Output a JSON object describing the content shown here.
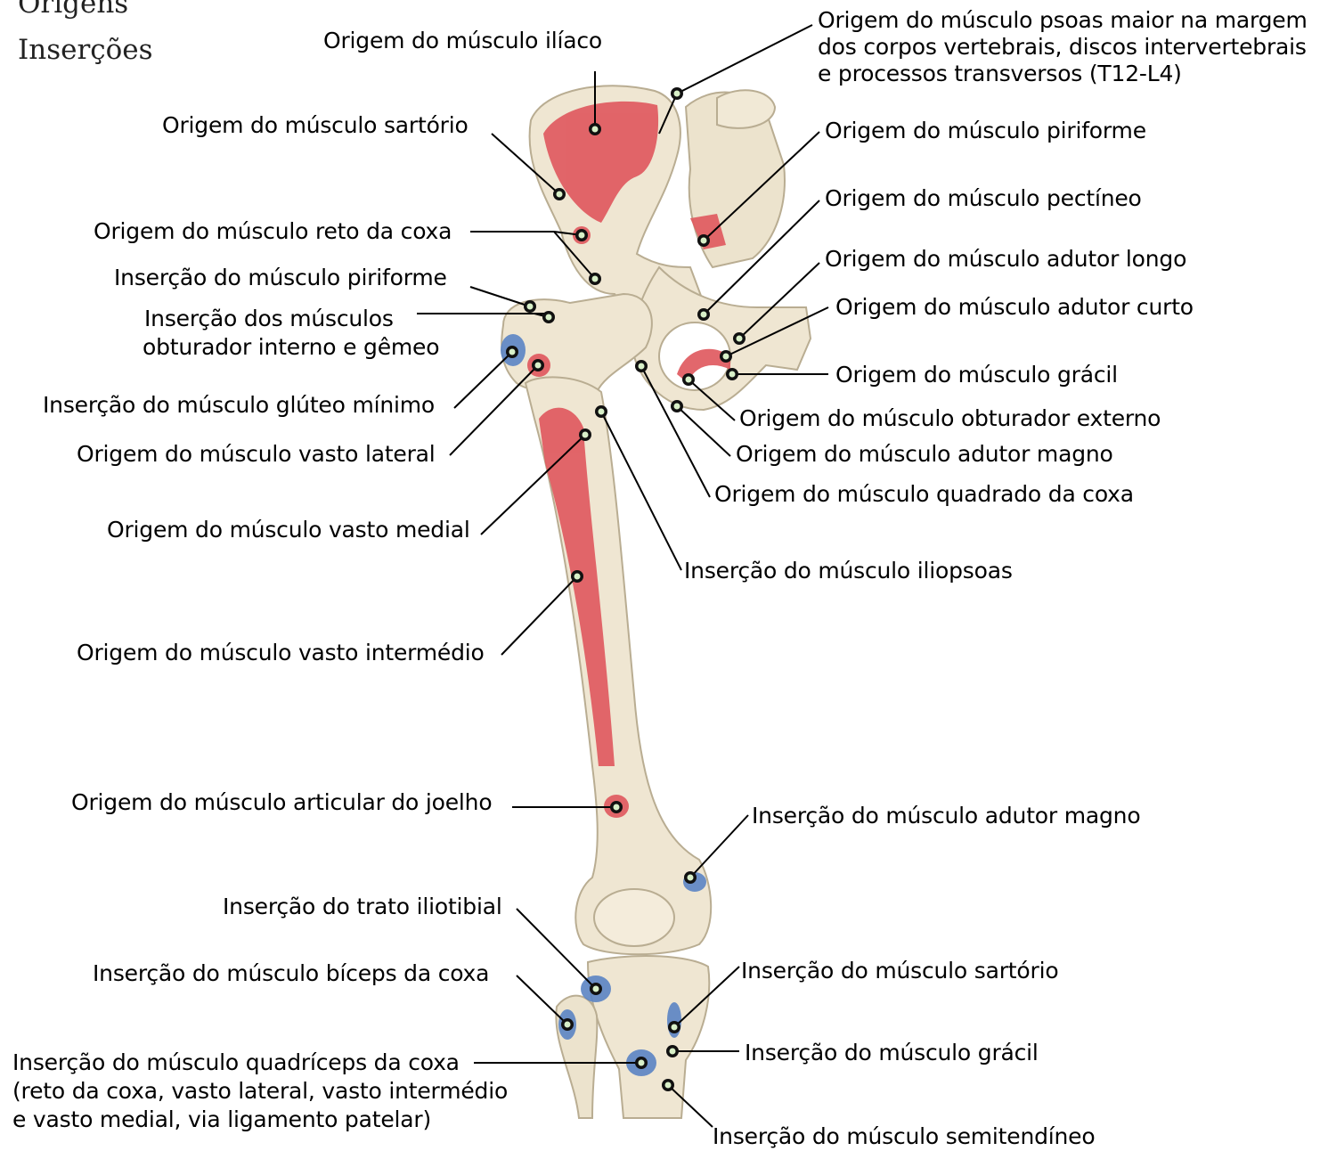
{
  "legend": {
    "origins": "Origens",
    "insertions": "Inserções",
    "origin_color": "#e05a60",
    "insertion_color": "#5b84c4",
    "bone_color": "#efe6d2"
  },
  "labels": {
    "iliaco": "Origem do músculo ilíaco",
    "psoas": [
      "Origem do músculo psoas maior na margem",
      "dos corpos vertebrais, discos intervertebrais",
      "e processos transversos (T12-L4)"
    ],
    "sartorio_origem": "Origem do músculo sartório",
    "piriforme_origem": "Origem do músculo piriforme",
    "pectineo": "Origem do músculo pectíneo",
    "reto_coxa": "Origem do músculo reto da coxa",
    "adutor_longo": "Origem do músculo adutor longo",
    "piriforme_insercao": "Inserção do músculo piriforme",
    "adutor_curto": "Origem do músculo adutor curto",
    "obturador_interno": [
      "Inserção dos músculos",
      "obturador interno e gêmeo"
    ],
    "gracil_origem": "Origem do músculo grácil",
    "gluteo_minimo": "Inserção do músculo glúteo mínimo",
    "obturador_externo": "Origem do músculo obturador externo",
    "vasto_lateral": "Origem do músculo vasto lateral",
    "adutor_magno_origem": "Origem do músculo adutor magno",
    "quadrado_coxa": "Origem do músculo quadrado da coxa",
    "vasto_medial": "Origem do músculo vasto medial",
    "iliopsoas": "Inserção do músculo iliopsoas",
    "vasto_intermedio": "Origem do músculo vasto intermédio",
    "articular_joelho": "Origem do músculo articular do joelho",
    "adutor_magno_insercao": "Inserção do músculo adutor magno",
    "trato_iliotibial": "Inserção do trato iliotibial",
    "sartorio_insercao": "Inserção do músculo sartório",
    "biceps_coxa": "Inserção do músculo bíceps da coxa",
    "gracil_insercao": "Inserção do músculo grácil",
    "quadriceps": [
      "Inserção do músculo quadríceps da coxa",
      "(reto da coxa, vasto lateral, vasto intermédio",
      "e vasto medial, via ligamento patelar)"
    ],
    "semitendineo": "Inserção do músculo semitendíneo"
  }
}
